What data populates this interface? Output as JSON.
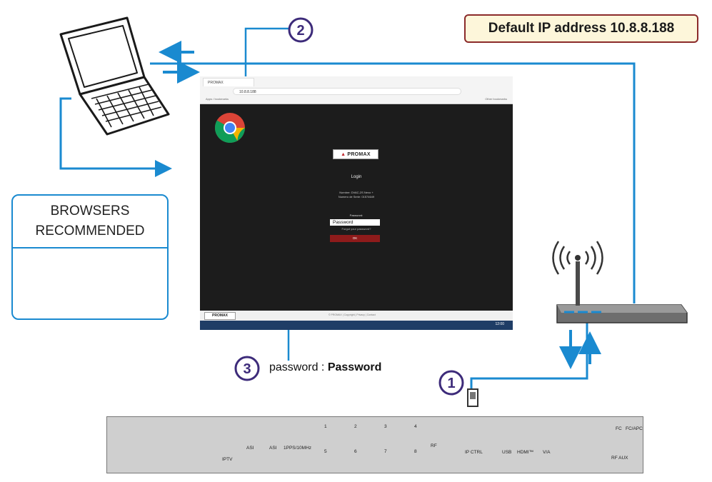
{
  "ip_note": "Default IP address 10.8.8.188",
  "browsers_box": {
    "title_line1": "BROWSERS",
    "title_line2": "RECOMMENDED",
    "icons": [
      "chrome-icon",
      "firefox-icon"
    ]
  },
  "steps": {
    "step1": "1",
    "step2": "2",
    "step3": "3"
  },
  "screen": {
    "tab_title": "PROMAX",
    "address_value": "10.8.8.188",
    "bookmarks_left": "Apps / bookmarks",
    "bookmarks_right": "Other bookmarks",
    "logo_text": "PROMAX",
    "login_title": "Login",
    "device_name": "Nombre: DVAC-2S Nexo +",
    "device_serial": "Numero de Serie: 01574649",
    "password_label": "Password:",
    "password_value": "Password",
    "forgot_link": "Forgot your password?",
    "ok_button": "OK",
    "footer_logo": "PROMAX",
    "footer_text": "© PROMAX   |   Copyright   |   Privacy   |   Contact",
    "clock": "12:00"
  },
  "password_annotation": {
    "label": "password :",
    "value": "Password"
  },
  "device_panel": {
    "labels": {
      "iptv": "IPTV",
      "asi1": "ASI",
      "asi2": "ASI",
      "pps": "1PPS/10MHz",
      "rf_out": "RF",
      "ip_ctrl": "IP CTRL",
      "usb": "USB",
      "hdmi": "HDMI™",
      "va": "V/A",
      "fc_apc": "FC/APC",
      "fc": "FC",
      "rf_aux": "RF AUX"
    },
    "port_numbers": [
      "1",
      "2",
      "3",
      "4",
      "5",
      "6",
      "7",
      "8"
    ]
  },
  "colors": {
    "cable_blue": "#1a8ad0",
    "step_purple": "#3d2b7a",
    "ip_border": "#8b2a2a",
    "ip_bg": "#fdf6da"
  }
}
